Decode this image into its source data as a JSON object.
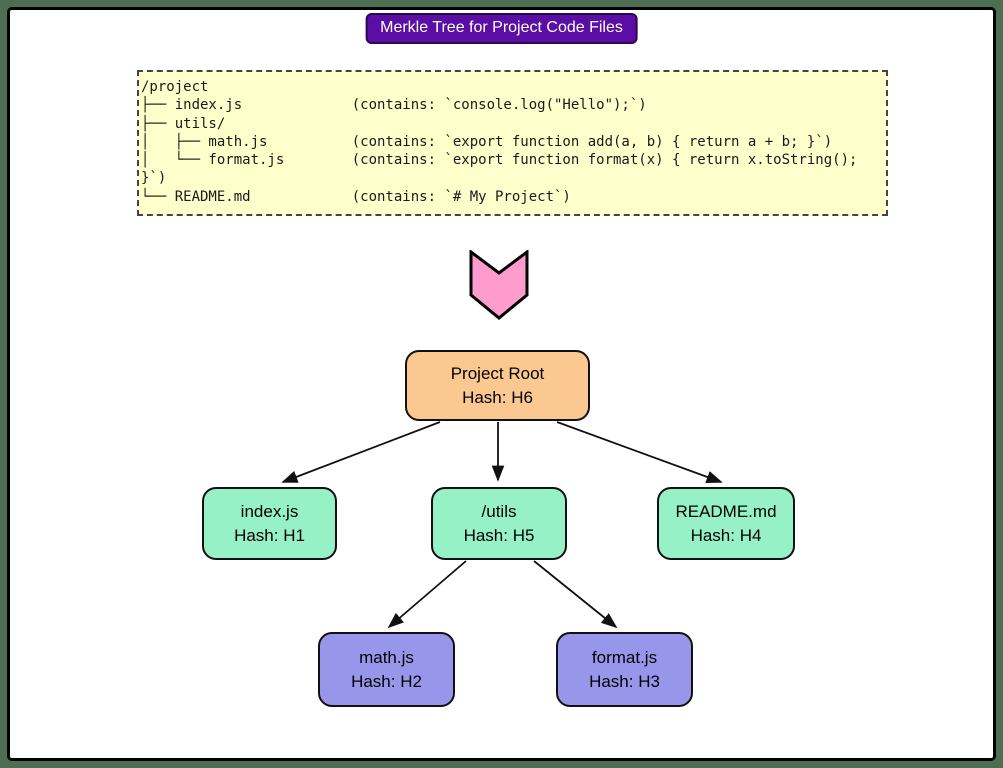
{
  "title_banner": {
    "label": "Merkle Tree for Project Code Files"
  },
  "file_tree_box": {
    "lines": [
      "/project",
      "├── index.js             (contains: `console.log(\"Hello\");`)",
      "├── utils/",
      "│   ├── math.js          (contains: `export function add(a, b) { return a + b; }`)",
      "│   └── format.js        (contains: `export function format(x) { return x.toString();",
      "}`)",
      "└── README.md            (contains: `# My Project`)"
    ]
  },
  "nodes": {
    "root": {
      "label": "Project Root",
      "hash": "Hash: H6"
    },
    "index": {
      "label": "index.js",
      "hash": "Hash: H1"
    },
    "utils": {
      "label": "/utils",
      "hash": "Hash: H5"
    },
    "readme": {
      "label": "README.md",
      "hash": "Hash: H4"
    },
    "math": {
      "label": "math.js",
      "hash": "Hash: H2"
    },
    "format": {
      "label": "format.js",
      "hash": "Hash: H3"
    }
  },
  "edges": [
    {
      "from": "root",
      "to": "index"
    },
    {
      "from": "root",
      "to": "utils"
    },
    {
      "from": "root",
      "to": "readme"
    },
    {
      "from": "utils",
      "to": "math"
    },
    {
      "from": "utils",
      "to": "format"
    }
  ],
  "icons": {
    "flow_arrow": "chevron-down-icon"
  },
  "colors": {
    "frame": "#4D6E52",
    "title_bg": "#5B0EA3",
    "title_text": "#FFFFFF",
    "code_box_bg": "#FFFFCC",
    "chevron_fill": "#FF9CCE",
    "root_node_fill": "#FBC891",
    "file_node_fill": "#97F1C7",
    "leaf_node_fill": "#9896EB"
  }
}
